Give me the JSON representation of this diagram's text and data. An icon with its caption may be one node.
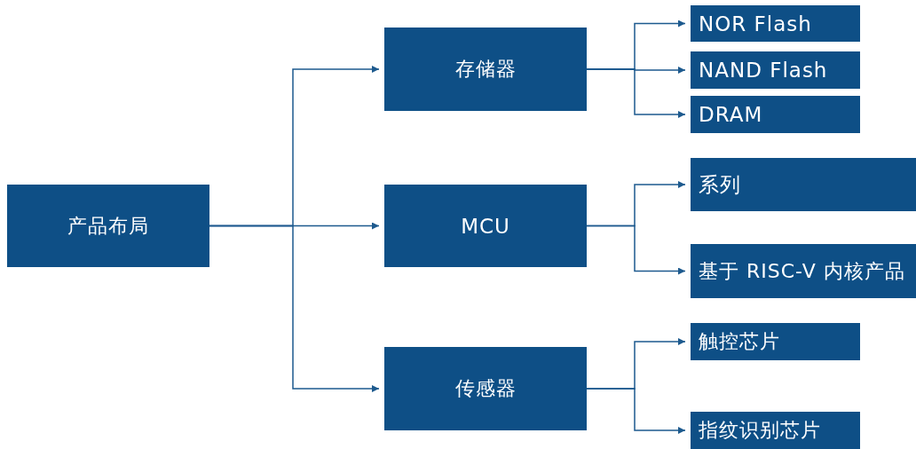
{
  "diagram": {
    "nodes": [
      {
        "text": [
          "产品布局"
        ]
      },
      {
        "text": [
          "存储器"
        ]
      },
      {
        "text": [
          "NOR Flash"
        ]
      },
      {
        "text": [
          "NAND Flash"
        ]
      },
      {
        "text": [
          "DRAM"
        ]
      },
      {
        "text": [
          "MCU"
        ]
      },
      {
        "text": [
          "系列"
        ]
      },
      {
        "text": [
          "基于 RISC-V 内核产品"
        ]
      },
      {
        "text": [
          "传感器"
        ]
      },
      {
        "text": [
          "触控芯片"
        ]
      },
      {
        "text": [
          "指纹识别芯片"
        ]
      }
    ],
    "edges": [
      {
        "from": 0,
        "to": 1,
        "arrow": "to"
      },
      {
        "from": 0,
        "to": 5,
        "arrow": "to"
      },
      {
        "from": 0,
        "to": 8,
        "arrow": "to"
      },
      {
        "from": 1,
        "to": 2,
        "arrow": "to"
      },
      {
        "from": 1,
        "to": 3,
        "arrow": "to"
      },
      {
        "from": 1,
        "to": 4,
        "arrow": "to"
      },
      {
        "from": 5,
        "to": 6,
        "arrow": "to"
      },
      {
        "from": 5,
        "to": 7,
        "arrow": "to"
      },
      {
        "from": 8,
        "to": 9,
        "arrow": "to"
      },
      {
        "from": 8,
        "to": 10,
        "arrow": "to"
      }
    ]
  }
}
